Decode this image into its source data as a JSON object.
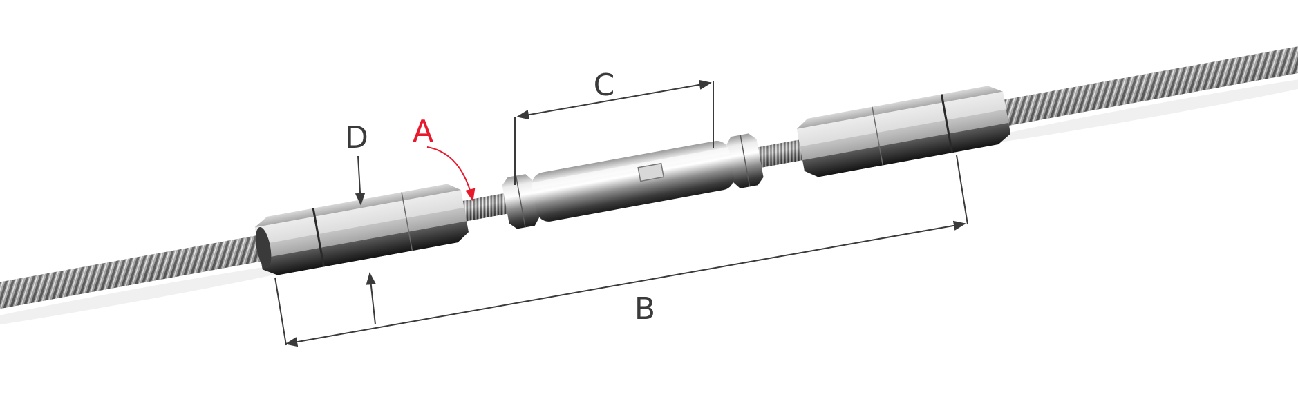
{
  "labels": {
    "a": "A",
    "b": "B",
    "c": "C",
    "d": "D"
  },
  "colors": {
    "accent": "#e8192c",
    "dimension": "#3a3a3a",
    "background": "#ffffff"
  }
}
